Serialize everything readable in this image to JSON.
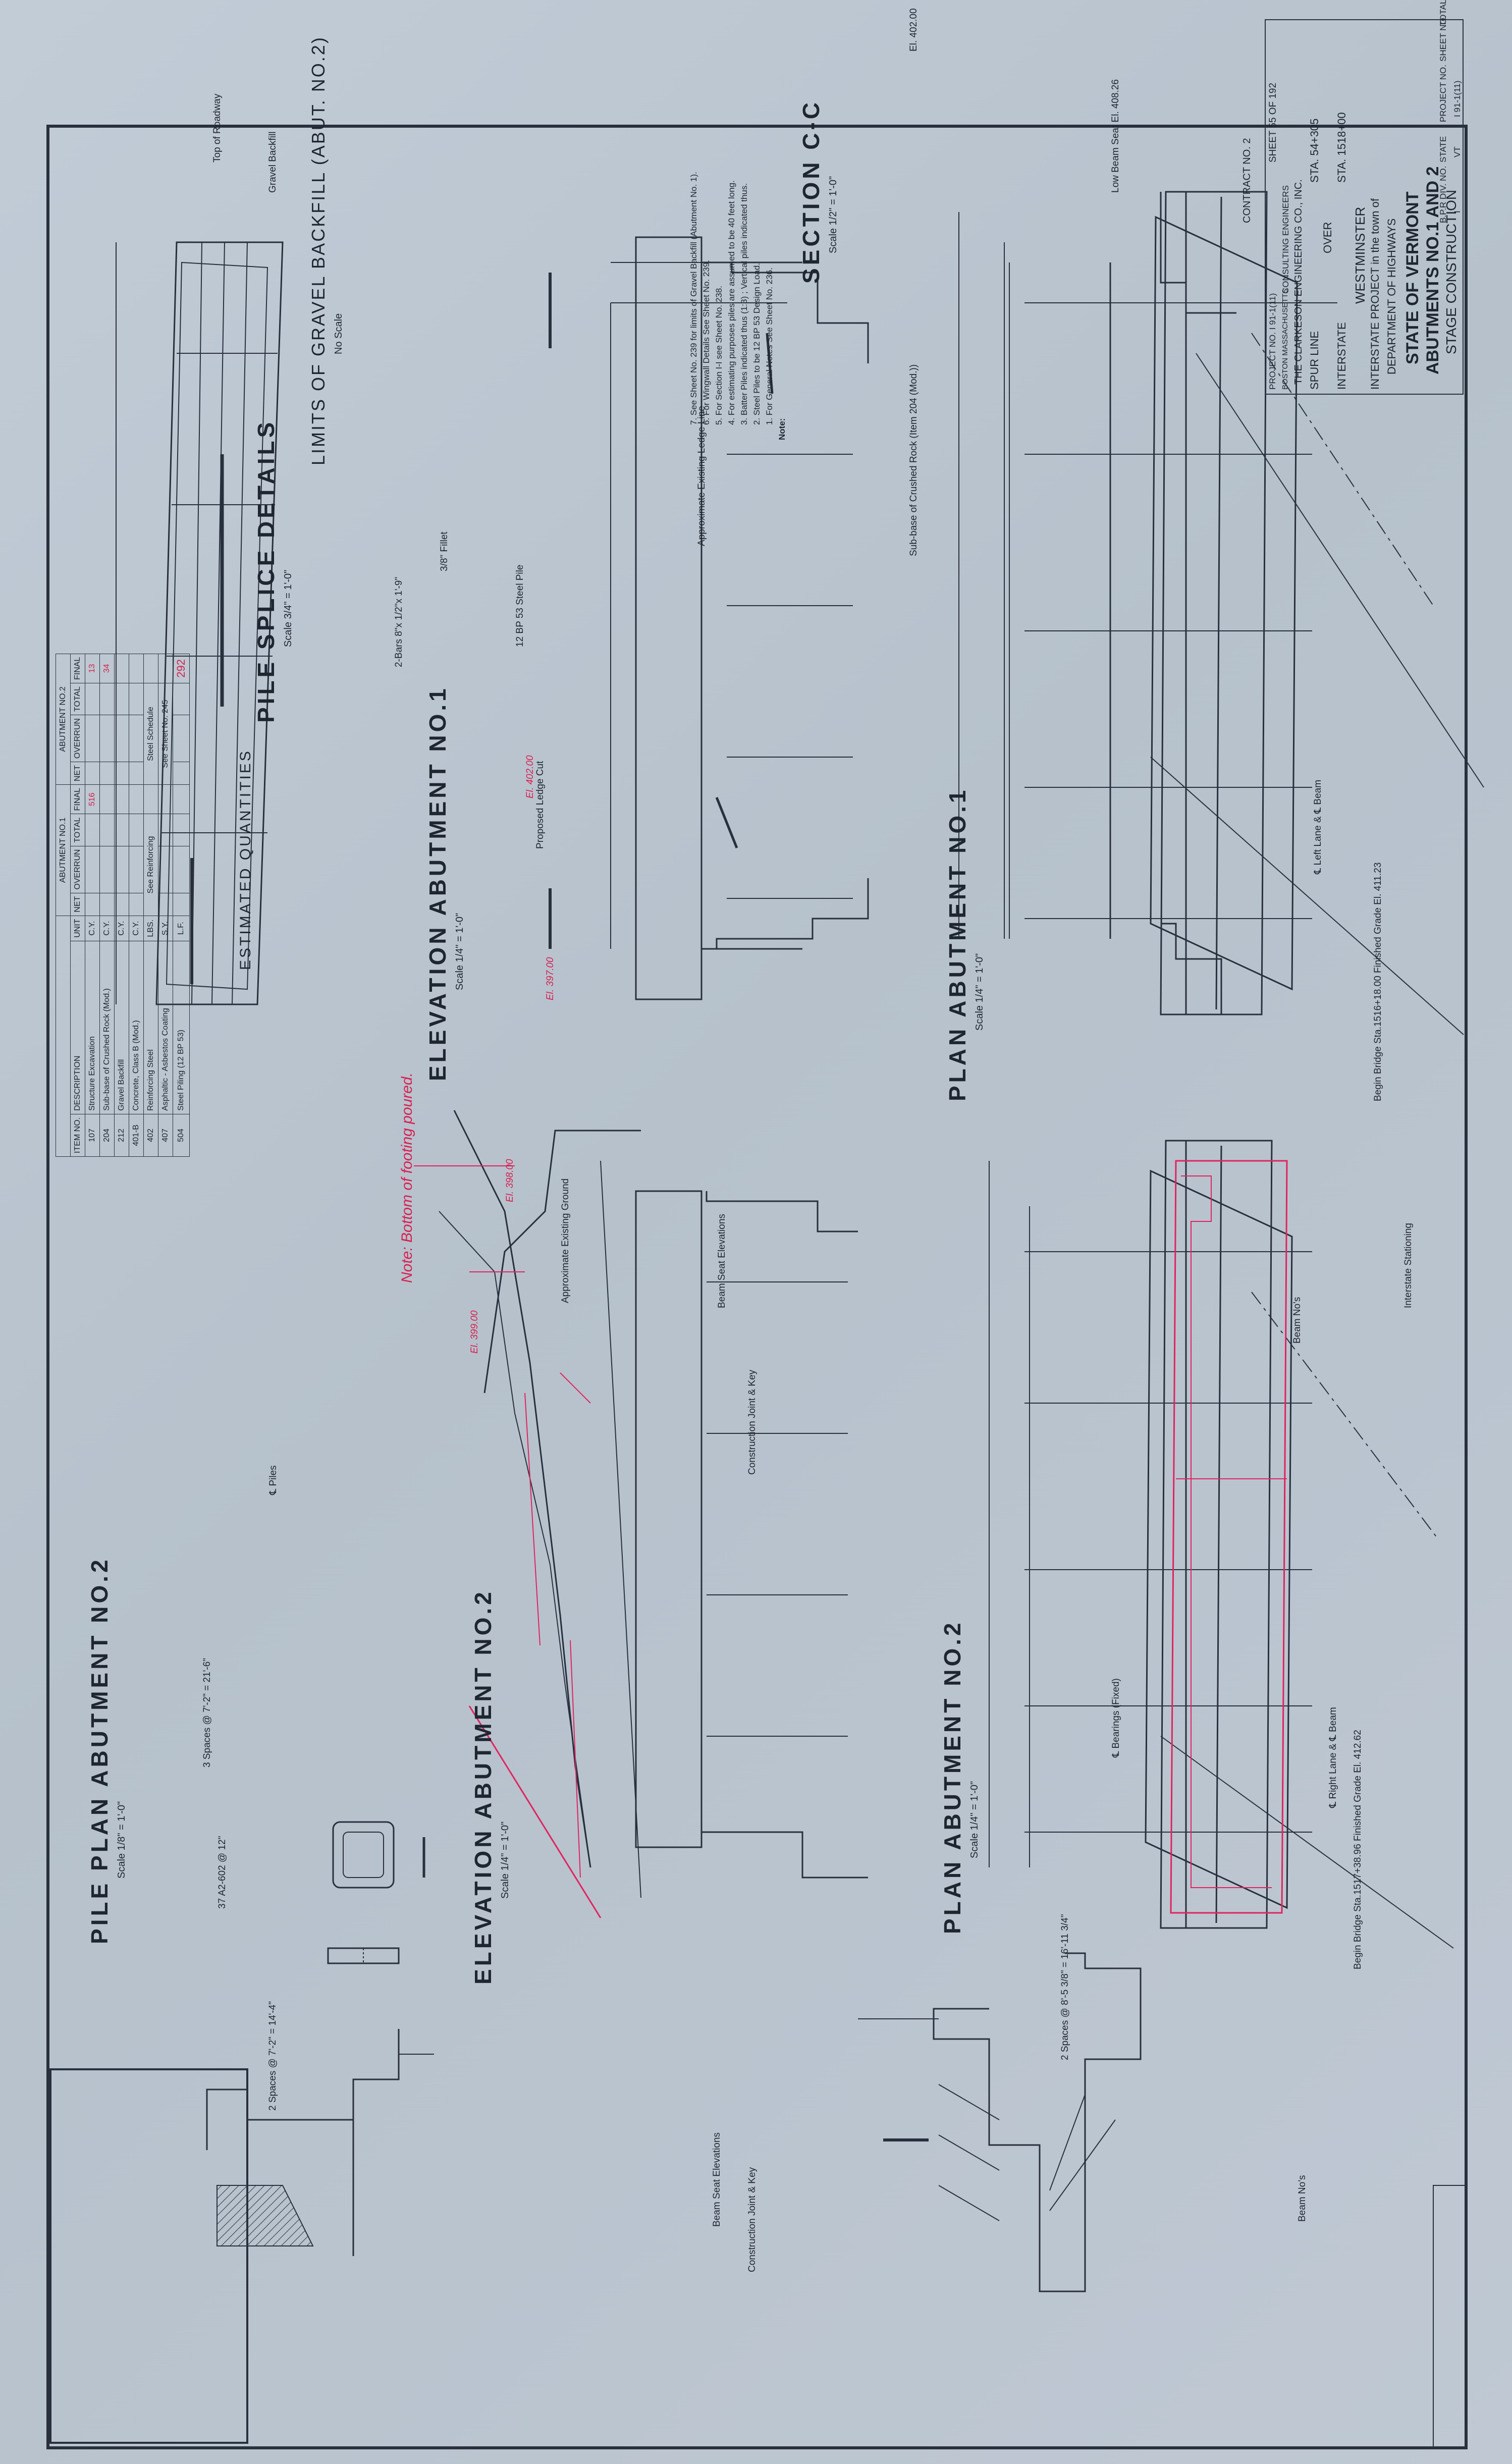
{
  "header": {
    "state_col": "STATE",
    "project_col": "PROJECT NO.",
    "sheet_col": "SHEET NO.",
    "total_col": "TOTAL SHEETS",
    "brd_col": "B.P.R DIV. NO.",
    "state_value": "VT",
    "project_value": "I 91-1(11)",
    "div_value": "I"
  },
  "views": {
    "plan_abut2": {
      "title": "PLAN ABUTMENT NO.2",
      "scale": "Scale 1/4\" = 1'-0\""
    },
    "elev_abut2": {
      "title": "ELEVATION ABUTMENT NO.2",
      "scale": "Scale 1/4\" = 1'-0\""
    },
    "pile_plan": {
      "title": "PILE PLAN ABUTMENT NO.2",
      "scale": "Scale 1/8\" = 1'-0\""
    },
    "plan_abut1": {
      "title": "PLAN ABUTMENT NO.1",
      "scale": "Scale 1/4\" = 1'-0\""
    },
    "elev_abut1": {
      "title": "ELEVATION ABUTMENT NO.1",
      "scale": "Scale 1/4\" = 1'-0\""
    },
    "pile_splice": {
      "title": "PILE SPLICE DETAILS",
      "scale": "Scale 3/4\" = 1'-0\""
    },
    "section_cc": {
      "title": "SECTION C-C",
      "scale": "Scale 1/2\" = 1'-0\""
    },
    "gravel": {
      "title": "LIMITS OF GRAVEL BACKFILL (ABUT. NO.2)",
      "scale": "No Scale"
    }
  },
  "labels": {
    "beam_nos": "Beam No's",
    "beam_seat": "Beam Seat Elevations",
    "interstate_stationing": "Interstate Stationing",
    "begin_bridge_2": "Begin Bridge Sta.1517+38.96 Finished Grade El. 412.62",
    "begin_bridge_1": "Begin Bridge Sta.1516+18.00 Finished Grade El. 411.23",
    "cl_right_lane": "℄ Right Lane & ℄ Beam",
    "cl_left_lane": "℄ Left Lane & ℄ Beam",
    "cl_bearings": "℄ Bearings (Fixed)",
    "cl_piles": "℄ Piles",
    "construction_joint": "Construction Joint & Key",
    "approximate_ground": "Approximate Existing Ground",
    "proposed_ledge": "Proposed Ledge Cut",
    "existing_ledge": "Approximate Existing Ledge Line",
    "steel_pile": "12 BP 53 Steel Pile",
    "top_roadway": "Top of Roadway",
    "gravel_backfill": "Gravel Backfill",
    "low_beam_seat": "Low Beam Seat El. 408.26",
    "el_402": "El. 402.00",
    "sub_base": "Sub-base of Crushed Rock (Item 204 (Mod.))",
    "red_note": "Note: Bottom of footing poured.",
    "spacing_a": "2 Spaces @ 8'-5 3/8\" = 16'-11 3/4\"",
    "spacing_b": "2 Spaces @ 7'-2\" = 14'-4\"",
    "spacing_c": "3 Spaces @ 7'-2\" = 21'-6\"",
    "pile_batter": "37 A2-602 @ 12\"",
    "splice_dim": "2-Bars 8\"x 1/2\"x 1'-9\"",
    "fillet": "3/8\" Fillet",
    "el_399_a": "El. 399.00",
    "el_398": "El. 398.00",
    "el_397": "El. 397.00"
  },
  "notes": {
    "heading": "Note:",
    "lines": [
      "1. For General Notes See Sheet No. 236.",
      "2. Steel Piles to be 12 BP 53 Design Load.",
      "3. Batter Piles indicated thus (1:3) ; Vertical piles indicated thus.",
      "4. For estimating purposes piles are assumed to be 40 feet long.",
      "5. For Section I-I see Sheet No. 238.",
      "6. For Wingwall Details See Sheet No. 239.",
      "7. See Sheet No. 239 for limits of Gravel Backfill (Abutment No. 1)."
    ]
  },
  "estimated_quantities": {
    "title": "ESTIMATED QUANTITIES",
    "group1": "ABUTMENT NO.1",
    "group2": "ABUTMENT NO.2",
    "columns": [
      "ITEM NO.",
      "DESCRIPTION",
      "UNIT",
      "NET",
      "OVERRUN",
      "TOTAL",
      "FINAL",
      "NET",
      "OVERRUN",
      "TOTAL",
      "FINAL"
    ],
    "rows": [
      {
        "item": "107",
        "desc": "Structure Excavation",
        "unit": "C.Y.",
        "final1": "516",
        "final2": "13"
      },
      {
        "item": "204",
        "desc": "Sub-base of Crushed Rock (Mod.)",
        "unit": "C.Y.",
        "final1": "",
        "final2": "34"
      },
      {
        "item": "212",
        "desc": "Gravel Backfill",
        "unit": "C.Y.",
        "final1": "",
        "final2": ""
      },
      {
        "item": "401-B",
        "desc": "Concrete, Class B (Mod.)",
        "unit": "C.Y.",
        "final1": "",
        "final2": ""
      },
      {
        "item": "402",
        "desc": "Reinforcing Steel",
        "unit": "LBS.",
        "final1": "See Reinforcing",
        "final2": "Steel Schedule"
      },
      {
        "item": "407",
        "desc": "Asphaltic - Asbestos Coating",
        "unit": "S.Y.",
        "final1": "",
        "final2": ""
      },
      {
        "item": "504",
        "desc": "Steel Piling (12 BP 53)",
        "unit": "L.F.",
        "final1": "",
        "final2": "292"
      }
    ],
    "sheet_ref": "See Sheet No. 245"
  },
  "title_block": {
    "staged": "STAGE CONSTRUCTION",
    "drawing": "ABUTMENTS NO.1 AND 2",
    "state": "STATE OF VERMONT",
    "dept": "DEPARTMENT OF HIGHWAYS",
    "project": "INTERSTATE PROJECT in the town of",
    "town": "WESTMINSTER",
    "route": "INTERSTATE",
    "station": "STA. 1518+00",
    "spur": "SPUR LINE",
    "over": "OVER",
    "spur_station": "STA. 54+305",
    "firm": "THE CLARKESON ENGINEERING CO., INC.",
    "firm2": "CONSULTING ENGINEERS",
    "city": "BOSTON MASSACHUSETTS",
    "sheet": "SHEET 55 OF 192",
    "project_no": "PROJECT NO. I 91-1(11)",
    "contract": "CONTRACT NO. 2"
  }
}
